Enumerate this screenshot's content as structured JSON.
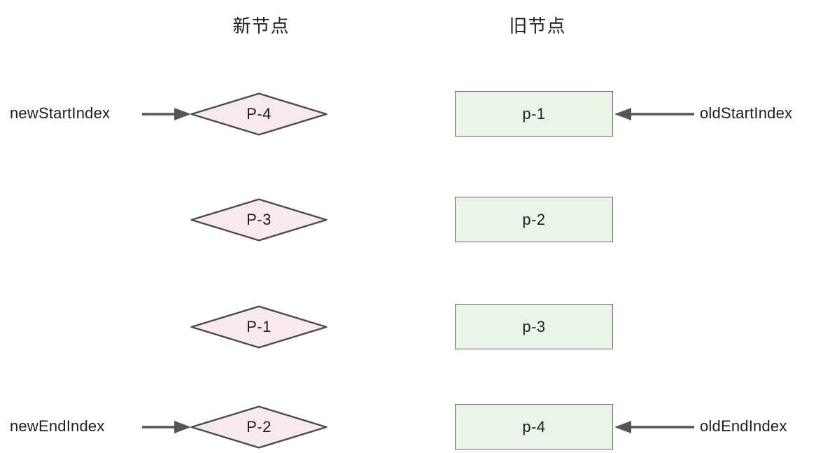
{
  "headers": {
    "new_nodes": "新节点",
    "old_nodes": "旧节点"
  },
  "colors": {
    "background": "#ffffff",
    "diamond_fill": "#f8e9f1",
    "diamond_stroke": "#4a4a4a",
    "rect_fill": "#e9f5e6",
    "rect_stroke": "#6b6b6b",
    "arrow": "#555555",
    "text": "#1d1d1d"
  },
  "rows": [
    {
      "new_node": "P-4",
      "old_node": "p-1",
      "left_pointer": "newStartIndex",
      "right_pointer": "oldStartIndex"
    },
    {
      "new_node": "P-3",
      "old_node": "p-2",
      "left_pointer": "",
      "right_pointer": ""
    },
    {
      "new_node": "P-1",
      "old_node": "p-3",
      "left_pointer": "",
      "right_pointer": ""
    },
    {
      "new_node": "P-2",
      "old_node": "p-4",
      "left_pointer": "newEndIndex",
      "right_pointer": "oldEndIndex"
    }
  ]
}
